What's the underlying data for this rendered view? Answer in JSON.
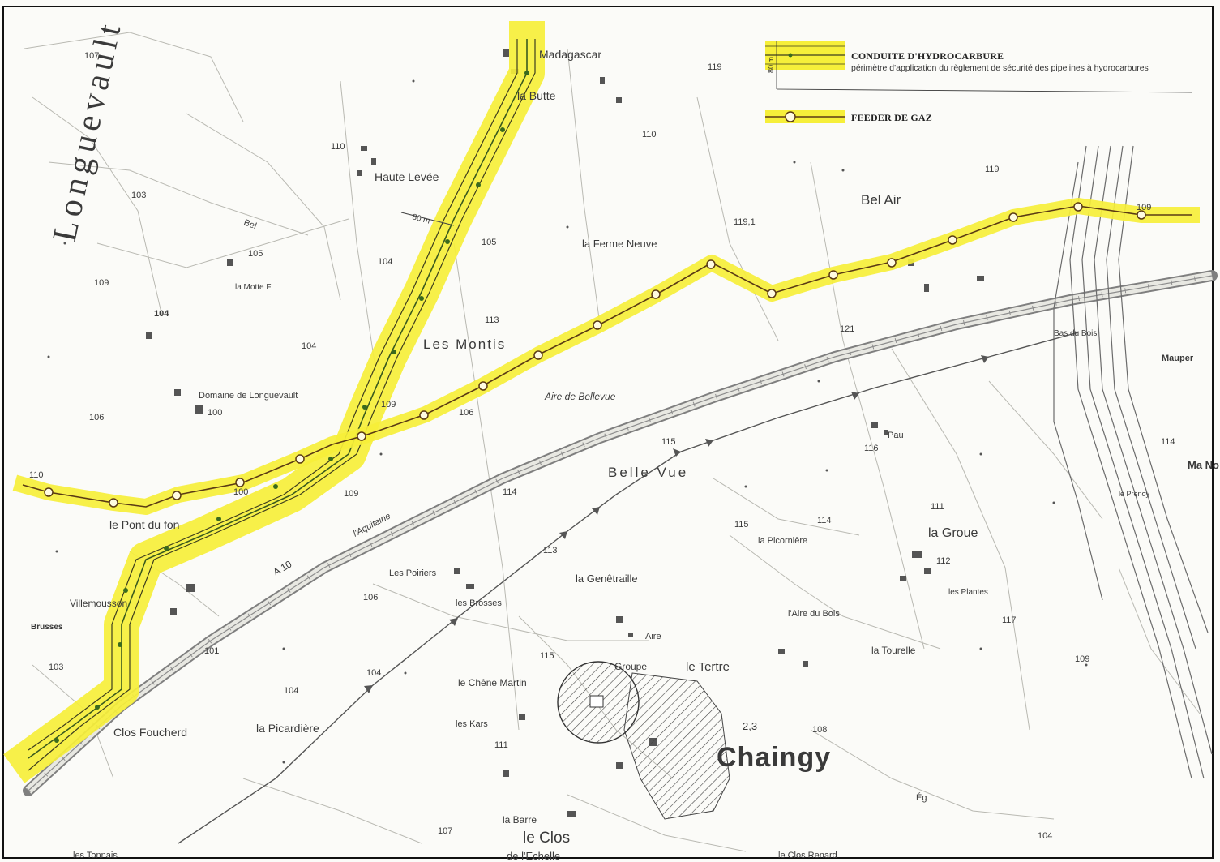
{
  "legend": {
    "pipeline_title": "CONDUITE D'HYDROCARBURE",
    "pipeline_desc": "périmètre d'application du règlement de sécurité des pipelines à hydrocarbures",
    "pipeline_width_label": "80 m",
    "gas_title": "FEEDER DE GAZ"
  },
  "colors": {
    "corridor": "#f6ef3a",
    "line": "#4a4a2a",
    "road": "#8a8a8a",
    "ink": "#3a3a3a"
  },
  "places": {
    "madagascar": "Madagascar",
    "la_butte": "la Butte",
    "haute_levee": "Haute Levée",
    "bel_air": "Bel Air",
    "ferme_neuve": "la Ferme Neuve",
    "motte": "la Motte F",
    "les_montis": "Les Montis",
    "domaine": "Domaine de Longuevault",
    "aire_bellevue": "Aire de Bellevue",
    "belle_vue": "Belle Vue",
    "pont": "le Pont du fon",
    "aquitaine": "l'Aquitaine",
    "a10": "A 10",
    "villemousson": "Villemousson",
    "brusses": "Brusses",
    "les_poiriers": "Les Poiriers",
    "les_brosses": "les Brosses",
    "genetraille": "la Genêtraille",
    "picorniere": "la Picornière",
    "la_groue": "la Groue",
    "les_plantes": "les Plantes",
    "aire_du_bois": "l'Aire du Bois",
    "tourelle": "la Tourelle",
    "pau": "Pau",
    "chene_martin": "le Chêne Martin",
    "groupe": "Groupe",
    "le_tertre": "le Tertre",
    "aire": "Aire",
    "chaingy": "Chaingy",
    "clos_foucherd": "Clos Foucherd",
    "picardiere": "la Picardière",
    "les_kars": "les Kars",
    "la_barre": "la Barre",
    "le_clos": "le Clos",
    "echelle": "de l'Echelle",
    "clos_renard": "le Clos Renard",
    "bas_du_bois": "Bas du Bois",
    "mauper": "Mauper",
    "le_prenoy": "le Prenoy",
    "ma_no": "Ma No",
    "tonnais": "les Tonnais",
    "longuevault_big": "Longuevault",
    "bel_paul": "Bel",
    "eg": "Ég"
  },
  "elevations": {
    "e107a": "107",
    "e103": "103",
    "e109a": "109",
    "e104a": "104",
    "e105a": "105",
    "e104b": "104",
    "e106a": "106",
    "e110a": "110",
    "e110b": "110",
    "e104c": "104",
    "e105b": "105",
    "e113a": "113",
    "e104d": "104",
    "e109b": "109",
    "e100a": "100",
    "e106b": "106",
    "e109c": "109",
    "e100b": "100",
    "e110c": "110",
    "e119a": "119",
    "e110d": "110",
    "e119b": "119,1",
    "e119c": "119",
    "e109d": "109",
    "e121": "121",
    "e115a": "115",
    "e114a": "114",
    "e116": "116",
    "e115b": "115",
    "e114b": "114",
    "e111a": "111",
    "e112": "112",
    "e113b": "113",
    "e106c": "106",
    "e117": "117",
    "e101": "101",
    "e103b": "103",
    "e104e": "104",
    "e104f": "104",
    "e115c": "115",
    "e111b": "111",
    "e108": "108",
    "e23": "2,3",
    "e107b": "107",
    "e104g": "104",
    "e114c": "114",
    "e109e": "109"
  },
  "corridor_width_label": "80 m"
}
